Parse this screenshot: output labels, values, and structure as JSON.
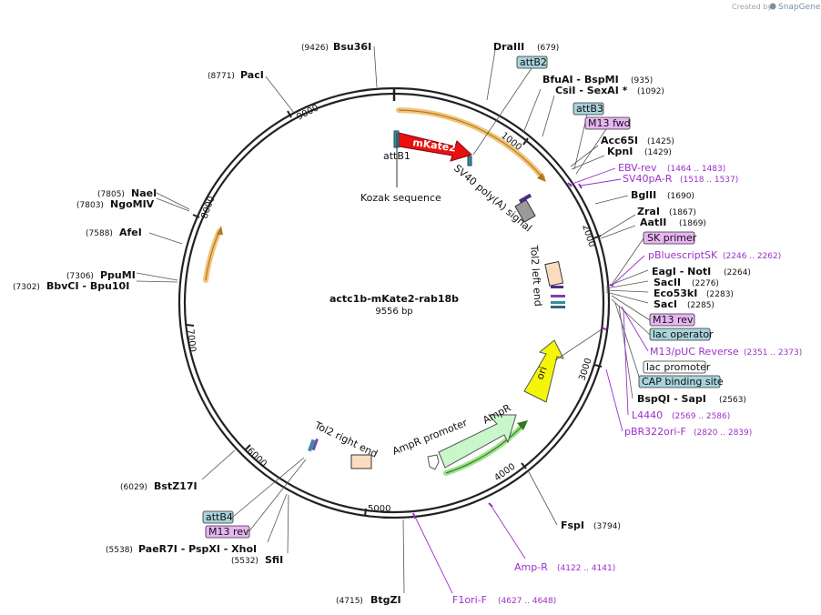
{
  "watermark": {
    "prefix": "Created by",
    "brand": "SnapGene"
  },
  "plasmid": {
    "name": "actc1b-mKate2-rab18b",
    "length": "9556 bp"
  },
  "ticks": [
    "1000",
    "2000",
    "3000",
    "4000",
    "5000",
    "6000",
    "7000",
    "8000",
    "9000"
  ],
  "sites": [
    {
      "id": "bsu36i",
      "name": "Bsu36I",
      "pos": "(9426)"
    },
    {
      "id": "paci",
      "name": "PacI",
      "pos": "(8771)"
    },
    {
      "id": "drai",
      "name": "DraIII",
      "pos": "(679)"
    },
    {
      "id": "bfuai",
      "name": "BfuAI  - BspMI",
      "pos": "(935)"
    },
    {
      "id": "csii",
      "name": "CsiI  - SexAI *",
      "pos": "(1092)"
    },
    {
      "id": "acc65i",
      "name": "Acc65I",
      "pos": "(1425)"
    },
    {
      "id": "kpni",
      "name": "KpnI",
      "pos": "(1429)"
    },
    {
      "id": "bglii",
      "name": "BglII",
      "pos": "(1690)"
    },
    {
      "id": "zrai",
      "name": "ZraI",
      "pos": "(1867)"
    },
    {
      "id": "aatii",
      "name": "AatII",
      "pos": "(1869)"
    },
    {
      "id": "eagi",
      "name": "EagI  - NotI",
      "pos": "(2264)"
    },
    {
      "id": "sacii",
      "name": "SacII",
      "pos": "(2276)"
    },
    {
      "id": "eco53ki",
      "name": "Eco53kI",
      "pos": "(2283)"
    },
    {
      "id": "saci",
      "name": "SacI",
      "pos": "(2285)"
    },
    {
      "id": "bspqi",
      "name": "BspQI  - SapI",
      "pos": "(2563)"
    },
    {
      "id": "fspi",
      "name": "FspI",
      "pos": "(3794)"
    },
    {
      "id": "btgzi",
      "name": "BtgZI",
      "pos": "(4715)"
    },
    {
      "id": "sfii",
      "name": "SfiI",
      "pos": "(5532)"
    },
    {
      "id": "paer7i",
      "name": "PaeR7I  - PspXI  - XhoI",
      "pos": "(5538)"
    },
    {
      "id": "bstz17i",
      "name": "BstZ17I",
      "pos": "(6029)"
    },
    {
      "id": "bbvci",
      "name": "BbvCI  - Bpu10I",
      "pos": "(7302)"
    },
    {
      "id": "ppumi",
      "name": "PpuMI",
      "pos": "(7306)"
    },
    {
      "id": "afei",
      "name": "AfeI",
      "pos": "(7588)"
    },
    {
      "id": "ngomiv",
      "name": "NgoMIV",
      "pos": "(7803)"
    },
    {
      "id": "naei",
      "name": "NaeI",
      "pos": "(7805)"
    }
  ],
  "primers": [
    {
      "id": "ebv-rev",
      "name": "EBV-rev",
      "range": "(1464 .. 1483)"
    },
    {
      "id": "sv40pa-r",
      "name": "SV40pA-R",
      "range": "(1518 .. 1537)"
    },
    {
      "id": "pbluescriptsk",
      "name": "pBluescriptSK",
      "range": "(2246 .. 2262)"
    },
    {
      "id": "m13-puc-reverse",
      "name": "M13/pUC Reverse",
      "range": "(2351 .. 2373)"
    },
    {
      "id": "l4440",
      "name": "L4440",
      "range": "(2569 .. 2586)"
    },
    {
      "id": "pbr322ori-f",
      "name": "pBR322ori-F",
      "range": "(2820 .. 2839)"
    },
    {
      "id": "amp-r",
      "name": "Amp-R",
      "range": "(4122 .. 4141)"
    },
    {
      "id": "f1ori-f",
      "name": "F1ori-F",
      "range": "(4627 .. 4648)"
    }
  ],
  "boxes": {
    "attb2": "attB2",
    "attb3": "attB3",
    "m13fwd": "M13 fwd",
    "skprimer": "SK primer",
    "m13rev": "M13 rev",
    "lacop": "lac operator",
    "lacprom": "lac promoter",
    "cap": "CAP binding site",
    "attb4": "attB4",
    "m13rev2": "M13 rev"
  },
  "features": {
    "mkate2": "mKate2",
    "attb1": "attB1",
    "kozak": "Kozak sequence",
    "sv40": "SV40 poly(A) signal",
    "tol2left": "Tol2 left end",
    "ori": "ori",
    "ampr": "AmpR",
    "amprprom": "AmpR promoter",
    "tol2right": "Tol2 right end"
  },
  "colors": {
    "backbone": "#222222",
    "mkate2": "#e8110f",
    "ori": "#f5f50a",
    "ampr": "#c9f7cb",
    "primer": "#9b30c8",
    "feature_box_blue": "#a8d3dc",
    "feature_box_purple": "#e7b5f2",
    "orf_arc": "#f0b450"
  }
}
